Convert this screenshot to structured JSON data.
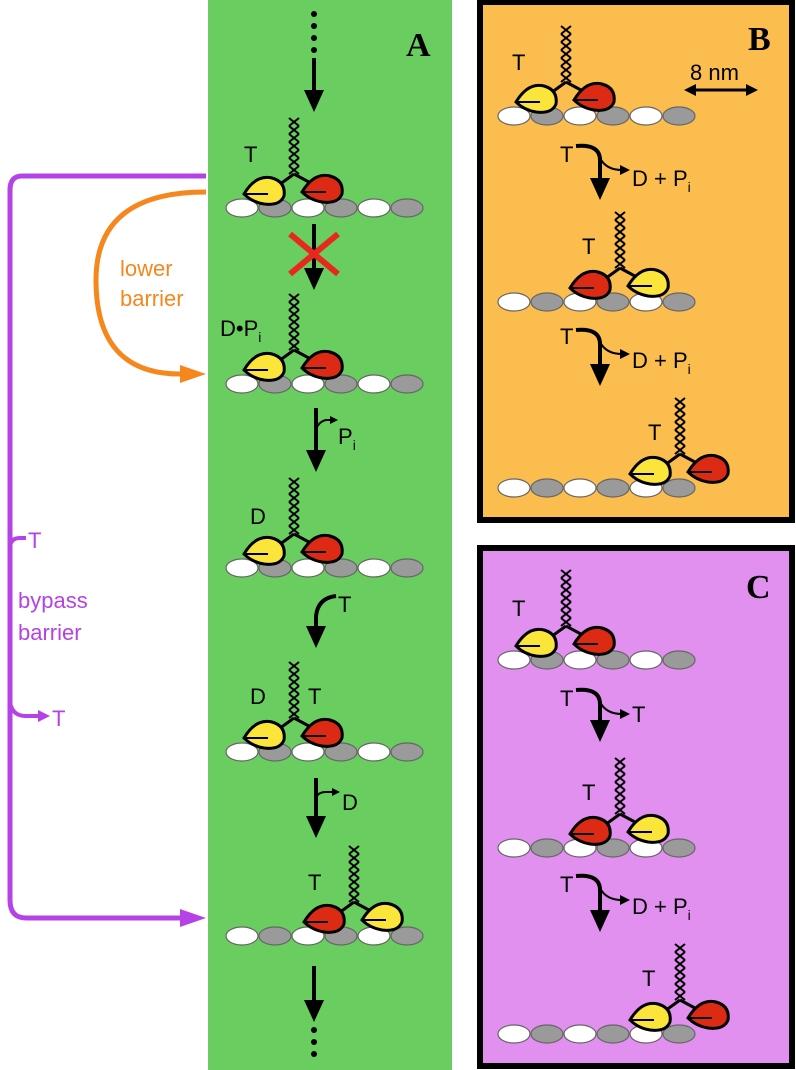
{
  "panels": {
    "A": {
      "letter": "A",
      "color": "#6acd5f"
    },
    "B": {
      "letter": "B",
      "color": "#fbbd4d",
      "scale_label": "8 nm"
    },
    "C": {
      "letter": "C",
      "color": "#e190f0"
    }
  },
  "colors": {
    "bypass": "#b442e6",
    "lower": "#f5871c",
    "head_red": "#dd2a14",
    "head_yellow": "#fbe53a",
    "tubulin_white": "#ffffff",
    "tubulin_grey": "#9a9a9a",
    "cross": "#e8281e"
  },
  "left": {
    "lower_barrier": [
      "lower",
      "barrier"
    ],
    "bypass_barrier": [
      "bypass",
      "barrier"
    ],
    "t_in": "T",
    "t_out": "T"
  },
  "panelA": {
    "states": [
      {
        "left_label": "T",
        "right_label": ""
      },
      {
        "left_label": "D•P",
        "left_sub": "i",
        "right_label": ""
      },
      {
        "left_label": "D",
        "right_label": ""
      },
      {
        "left_label": "D",
        "right_label": "T"
      },
      {
        "left_label": "",
        "right_label": "T"
      }
    ],
    "transitions": {
      "release_pi": "P",
      "release_pi_sub": "i",
      "bind_t": "T",
      "release_d": "D"
    }
  },
  "panelB": {
    "head_label": "T",
    "reaction": {
      "left": "T",
      "right": "D + P",
      "right_sub": "i"
    }
  },
  "panelC": {
    "head_label": "T",
    "reaction1": {
      "left": "T",
      "right": "T"
    },
    "reaction2": {
      "left": "T",
      "right": "D + P",
      "right_sub": "i"
    }
  }
}
